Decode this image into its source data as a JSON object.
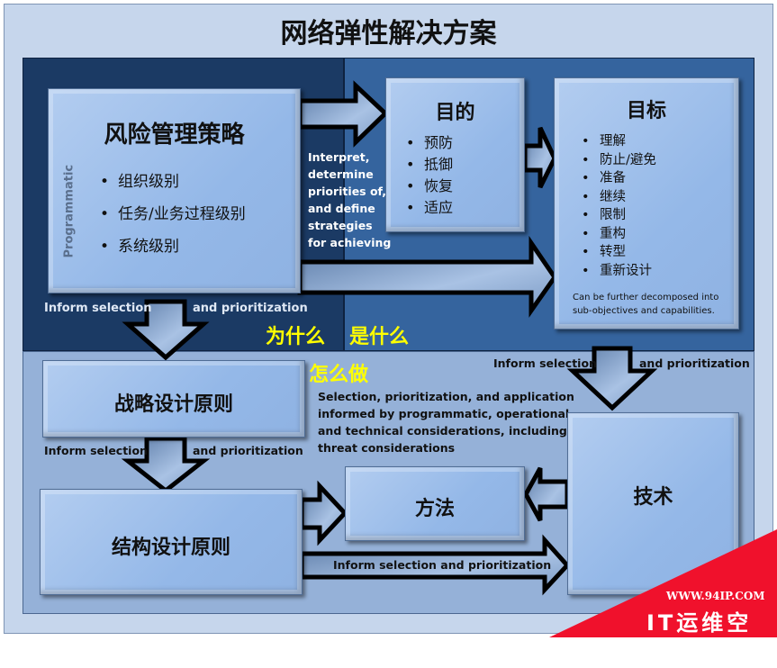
{
  "title": "网络弹性解决方案",
  "risk_box": {
    "title": "风险管理策略",
    "side_label": "Programmatic",
    "items": [
      "组织级别",
      "任务/业务过程级别",
      "系统级别"
    ]
  },
  "purpose_box": {
    "title": "目的",
    "items": [
      "预防",
      "抵御",
      "恢复",
      "适应"
    ]
  },
  "goal_box": {
    "title": "目标",
    "items": [
      "理解",
      "防止/避免",
      "准备",
      "继续",
      "限制",
      "重构",
      "转型",
      "重新设计"
    ],
    "note": "Can be further decomposed into sub-objectives and capabilities."
  },
  "interpret_text": [
    "Interpret,",
    "determine",
    "priorities of,",
    "and define",
    "strategies",
    "for achieving"
  ],
  "inform1": {
    "left": "Inform selection",
    "right": "and prioritization"
  },
  "inform2": {
    "left": "Inform selection",
    "right": "and prioritization"
  },
  "inform3": {
    "left": "Inform selection",
    "right": "and prioritization"
  },
  "inform4": "Inform selection and prioritization",
  "why": "为什么",
  "what": "是什么",
  "how": "怎么做",
  "selection_text": [
    "Selection, prioritization, and application",
    "informed by programmatic, operational,",
    "and technical considerations, including",
    "threat considerations"
  ],
  "strategic_box": "战略设计原则",
  "structural_box": "结构设计原则",
  "method_box": "方法",
  "tech_box": "技术",
  "watermark": {
    "url": "WWW.94IP.COM",
    "name": "IT运维空间"
  }
}
